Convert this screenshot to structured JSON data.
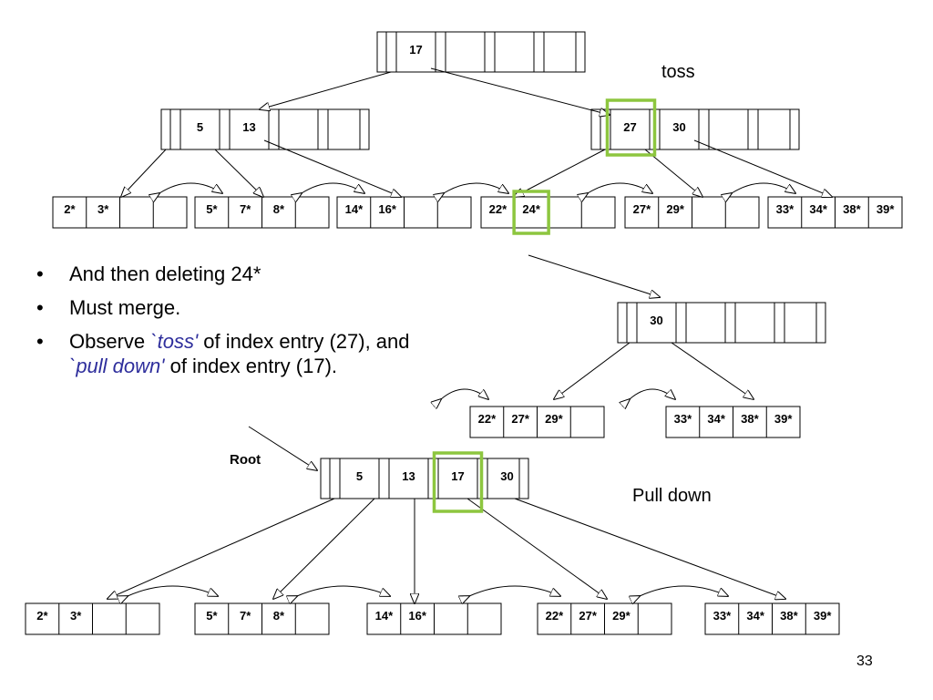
{
  "labels": {
    "toss": "toss",
    "pull_down": "Pull down",
    "root": "Root",
    "page_number": "33"
  },
  "bullets": {
    "b1": "And then deleting 24*",
    "b2": "Must merge.",
    "b3_pre": "Observe ",
    "b3_toss": "`toss'",
    "b3_mid": " of index entry (27), and ",
    "b3_pull": "`pull down'",
    "b3_post": " of index entry (17)."
  },
  "before_tree": {
    "root": [
      "17",
      "",
      "",
      ""
    ],
    "inner_left": [
      "5",
      "13",
      "",
      ""
    ],
    "inner_right": [
      "27",
      "30",
      "",
      ""
    ],
    "leaves": [
      [
        "2*",
        "3*",
        "",
        ""
      ],
      [
        "5*",
        "7*",
        "8*",
        ""
      ],
      [
        "14*",
        "16*",
        "",
        ""
      ],
      [
        "22*",
        "24*",
        "",
        ""
      ],
      [
        "27*",
        "29*",
        "",
        ""
      ],
      [
        "33*",
        "34*",
        "38*",
        "39*"
      ]
    ]
  },
  "intermediate_tree": {
    "inner": [
      "30",
      "",
      "",
      ""
    ],
    "leaves": [
      [
        "22*",
        "27*",
        "29*",
        ""
      ],
      [
        "33*",
        "34*",
        "38*",
        "39*"
      ]
    ]
  },
  "after_tree": {
    "root": [
      "5",
      "13",
      "17",
      "30"
    ],
    "leaves": [
      [
        "2*",
        "3*",
        "",
        ""
      ],
      [
        "5*",
        "7*",
        "8*",
        ""
      ],
      [
        "14*",
        "16*",
        "",
        ""
      ],
      [
        "22*",
        "27*",
        "29*",
        ""
      ],
      [
        "33*",
        "34*",
        "38*",
        "39*"
      ]
    ]
  },
  "colors": {
    "highlight": "#8dc63f",
    "emphasis_text": "#2e2e9c"
  }
}
